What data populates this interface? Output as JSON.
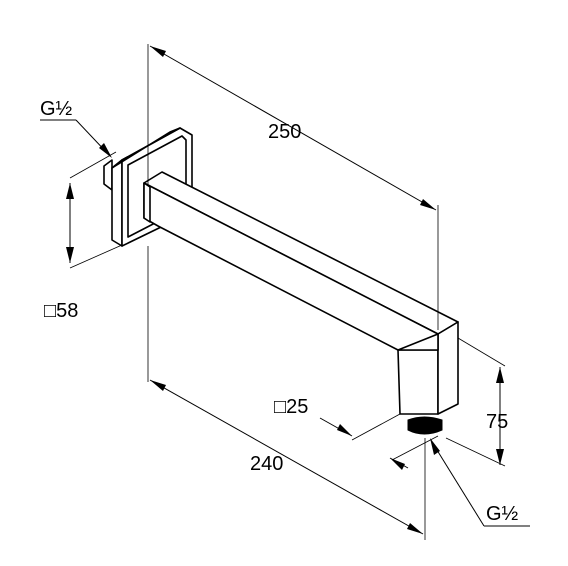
{
  "dimensions": {
    "outer_length": "250",
    "wall_length": "240",
    "flange_size": "□58",
    "arm_section": "□25",
    "drop_height": "75",
    "thread_wall": "G½",
    "thread_outlet": "G½"
  },
  "colors": {
    "line": "#000000",
    "background": "#ffffff"
  }
}
